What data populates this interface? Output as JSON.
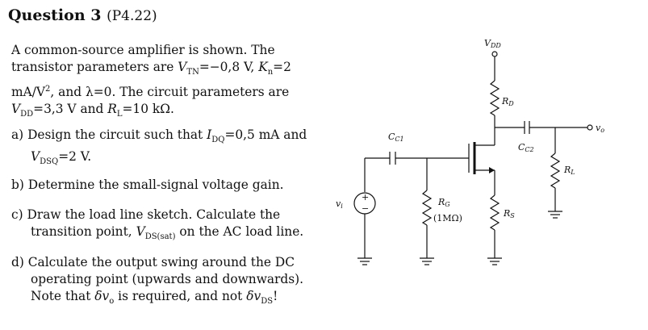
{
  "header": {
    "title_main": "Question 3",
    "title_code": "(P4.22)"
  },
  "intro": {
    "l1": "A common-source amplifier is shown.   The",
    "l2a": "transistor parameters are ",
    "l2b": "=−0,8 V, ",
    "l2c": "=2",
    "l3a": "mA/V",
    "l3b": ", and λ=0.  The circuit parameters are",
    "l4a": "=3,3 V and ",
    "l4b": "=10 kΩ."
  },
  "parts": {
    "a_l1a": "a)  Design the circuit such that ",
    "a_l1b": "=0,5 mA and",
    "a_l2": "=2 V.",
    "b": "b)  Determine the small-signal voltage gain.",
    "c_l1": "c)  Draw the load line sketch.   Calculate the",
    "c_l2a": "transition point, ",
    "c_l2b": " on the AC load line.",
    "d_l1": "d)  Calculate the output swing around the DC",
    "d_l2": "operating point (upwards and downwards).",
    "d_l3a": "Note that ",
    "d_l3b": " is required, and not ",
    "d_l3c": "!"
  },
  "symbols": {
    "VTN": "V",
    "VTN_sub": "TN",
    "Kn": "K",
    "Kn_sub": "n",
    "sq": "2",
    "VDD": "V",
    "VDD_sub": "DD",
    "RL": "R",
    "RL_sub": "L",
    "IDQ": "I",
    "IDQ_sub": "DQ",
    "VDSQ": "V",
    "VDSQ_sub": "DSQ",
    "VDSsat": "V",
    "VDSsat_sub": "DS(sat)",
    "dvo": "δv",
    "dvo_sub": "o",
    "dvds": "δv",
    "dvds_sub": "DS"
  },
  "circuit": {
    "vdd": "V",
    "vdd_sub": "DD",
    "rd": "R",
    "rd_sub": "D",
    "cc1": "C",
    "cc1_sub": "C1",
    "cc2": "C",
    "cc2_sub": "C2",
    "rl": "R",
    "rl_sub": "L",
    "rg": "R",
    "rg_sub": "G",
    "rg_value": "(1MΩ)",
    "rs": "R",
    "rs_sub": "S",
    "vi": "v",
    "vi_sub": "i",
    "vo": "v",
    "vo_sub": "o",
    "plus": "+",
    "minus": "−"
  }
}
